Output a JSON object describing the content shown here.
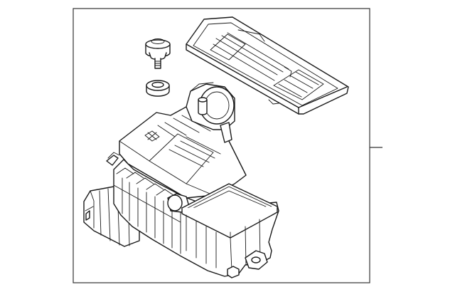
{
  "diagram": {
    "style": "exploded parts line drawing",
    "line_color": "#1a1a1a",
    "background": "#ffffff",
    "frame_color": "#333333",
    "parts": [
      {
        "name": "stud-bolt-grommet",
        "icon": "grommet-stud-icon"
      },
      {
        "name": "washer-grommet",
        "icon": "ring-grommet-icon"
      },
      {
        "name": "air-filter-cover",
        "icon": "filter-tray-icon"
      },
      {
        "name": "air-cleaner-assembly",
        "icon": "air-box-icon"
      }
    ]
  }
}
